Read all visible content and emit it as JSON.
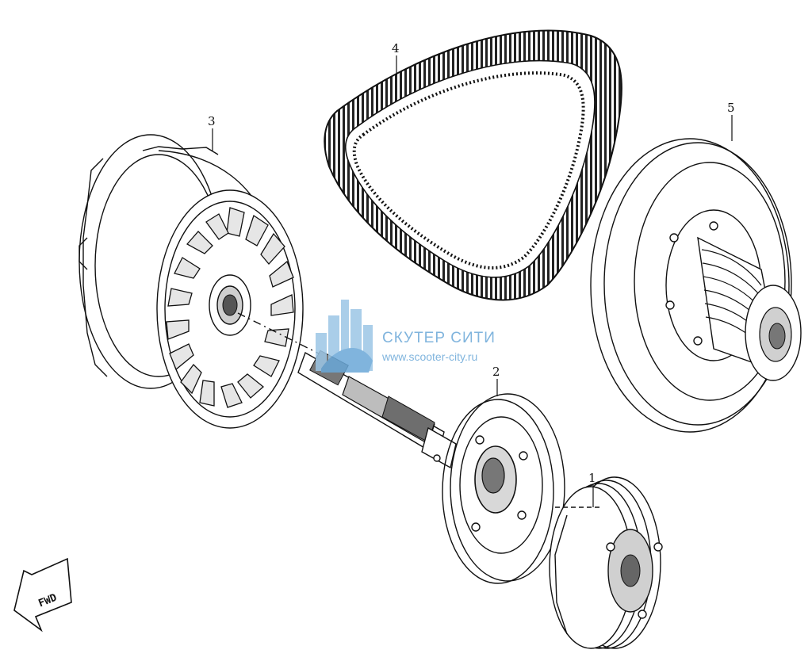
{
  "diagram": {
    "parts": [
      {
        "callout": "1"
      },
      {
        "callout": "2"
      },
      {
        "callout": "3"
      },
      {
        "callout": "4"
      },
      {
        "callout": "5"
      }
    ],
    "direction_arrow": {
      "label": "FWD"
    }
  },
  "watermark": {
    "title": "СКУТЕР СИТИ",
    "url": "www.scooter-city.ru",
    "color": "#6aa8d8"
  }
}
